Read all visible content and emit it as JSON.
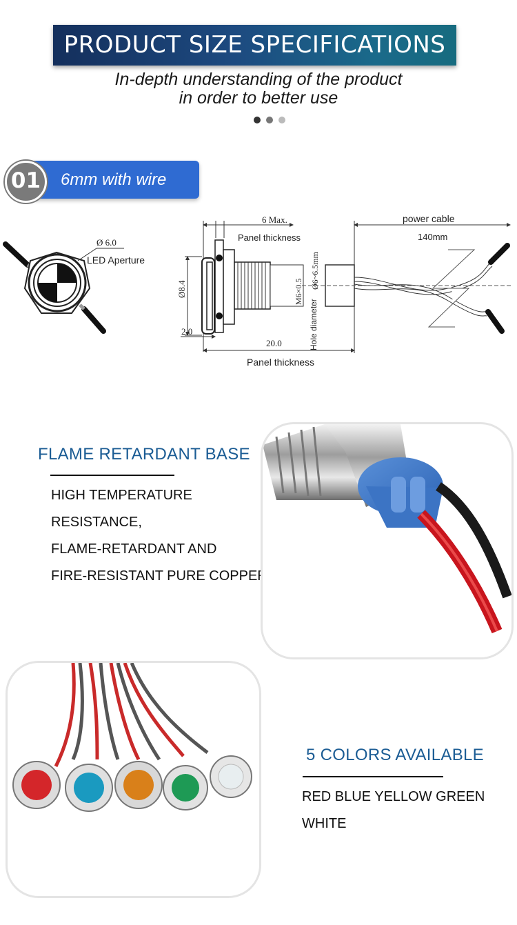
{
  "header": {
    "title": "PRODUCT SIZE SPECIFICATIONS",
    "subtitle_line1": "In-depth understanding of the product",
    "subtitle_line2": "in order to better use"
  },
  "section": {
    "number": "01",
    "label": "6mm with wire"
  },
  "diagram": {
    "aperture_diameter": "Ø 6.0",
    "led_aperture": "LED Aperture",
    "max_dim": "6 Max.",
    "panel_thickness_top": "Panel thickness",
    "diameter_84": "Ø8.4",
    "thread": "M6×0.5",
    "hole_dim": "Ø6~6.5mm",
    "hole_diameter": "Hole diameter",
    "dim_20": "2.0",
    "dim_200": "20.0",
    "panel_thickness_bottom": "Panel thickness",
    "power_cable": "power cable",
    "cable_length": "140mm"
  },
  "feature1": {
    "title": "FLAME RETARDANT BASE",
    "lines": [
      "HIGH TEMPERATURE",
      "RESISTANCE,",
      "FLAME-RETARDANT AND",
      "FIRE-RESISTANT PURE COPPER"
    ]
  },
  "feature2": {
    "title": "5 COLORS AVAILABLE",
    "lines": [
      "RED BLUE YELLOW GREEN",
      "WHITE"
    ]
  },
  "colors": {
    "banner": "#1d4a80",
    "badge": "#2f6bd2",
    "feature_title": "#1b5c94",
    "led_red": "#d4262a",
    "led_blue": "#1a9ac0",
    "led_yellow": "#d9801a",
    "led_green": "#1e9a55",
    "led_white": "#e8eef0"
  }
}
